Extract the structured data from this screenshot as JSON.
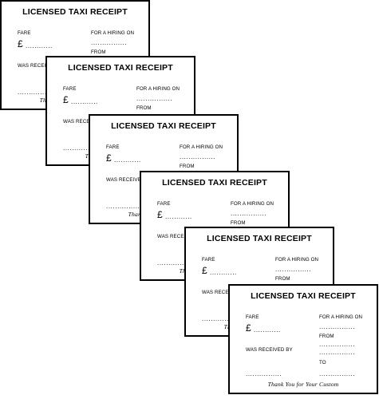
{
  "receipt": {
    "title": "LICENSED TAXI RECEIPT",
    "fare_label": "FARE",
    "currency_symbol": "£",
    "hiring_label": "FOR A HIRING ON",
    "from_label": "FROM",
    "received_label": "WAS RECEIVED BY",
    "to_label": "TO",
    "thanks": "Thank You for Your Custom",
    "blank_dots": "................",
    "short_dots": "............"
  }
}
